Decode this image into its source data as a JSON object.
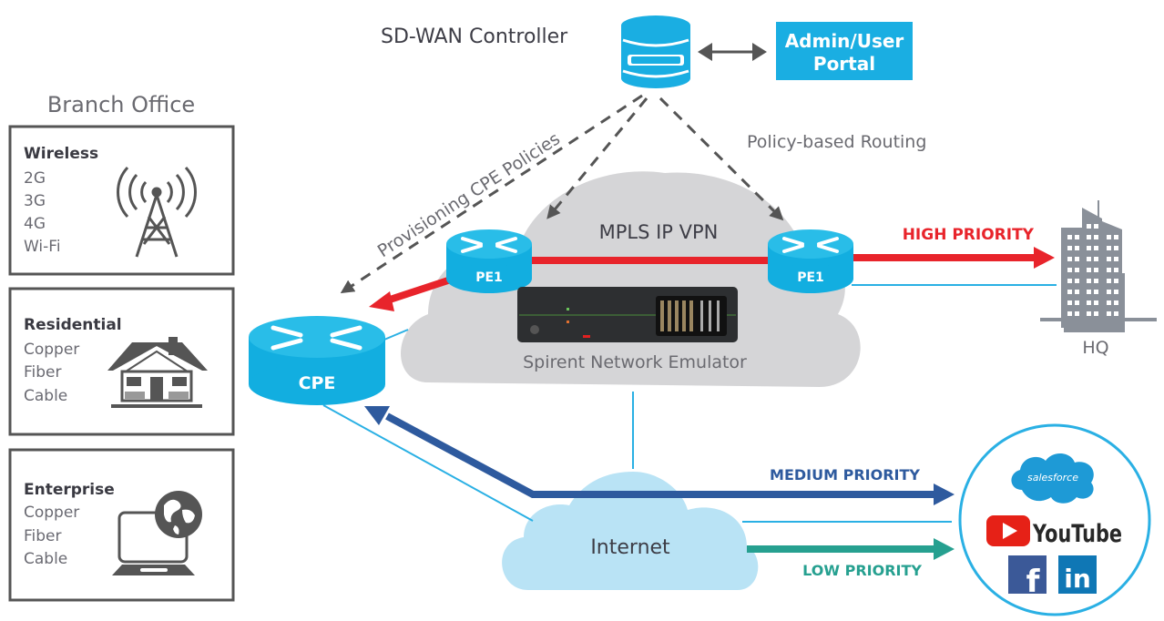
{
  "title": "SD-WAN Controller",
  "portal": {
    "line1": "Admin/User",
    "line2": "Portal"
  },
  "links": {
    "provisioning": "Provisioning CPE Policies",
    "policy_routing": "Policy-based Routing"
  },
  "branch": {
    "heading": "Branch Office",
    "boxes": [
      {
        "title": "Wireless",
        "items": [
          "2G",
          "3G",
          "4G",
          "Wi-Fi"
        ],
        "icon": "cell-tower-icon"
      },
      {
        "title": "Residential",
        "items": [
          "Copper",
          "Fiber",
          "Cable"
        ],
        "icon": "house-icon"
      },
      {
        "title": "Enterprise",
        "items": [
          "Copper",
          "Fiber",
          "Cable"
        ],
        "icon": "laptop-globe-icon"
      }
    ]
  },
  "cpe": {
    "label": "CPE"
  },
  "mpls": {
    "label": "MPLS IP VPN",
    "pe_left": "PE1",
    "pe_right": "PE1",
    "emulator_label": "Spirent Network Emulator"
  },
  "hq": {
    "label": "HQ"
  },
  "internet": {
    "label": "Internet"
  },
  "priorities": {
    "high": {
      "label": "HIGH PRIORITY",
      "color": "#e8242b"
    },
    "medium": {
      "label": "MEDIUM PRIORITY",
      "color": "#2e5a9e"
    },
    "low": {
      "label": "LOW PRIORITY",
      "color": "#26a090"
    }
  },
  "cloud_apps": {
    "salesforce": "salesforce",
    "youtube": "YouTube",
    "facebook": "f",
    "linkedin": "in"
  },
  "colors": {
    "router_blue": "#12aee0",
    "link_blue": "#2ab0e4",
    "mpls_cloud": "#d5d5d7",
    "internet_cloud": "#b9e3f5",
    "portal_blue": "#1aaee2"
  }
}
